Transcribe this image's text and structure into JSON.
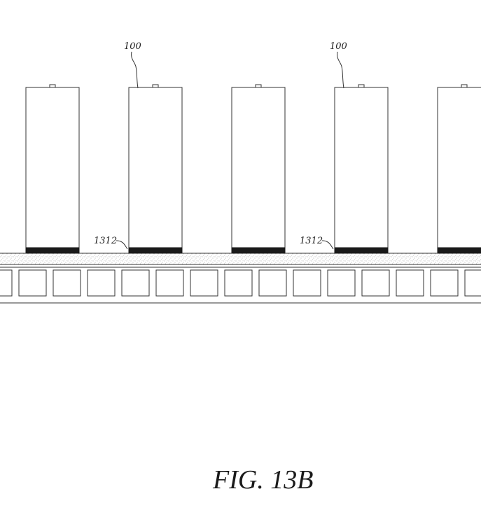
{
  "figure": {
    "caption": "FIG. 13B",
    "reference_labels": [
      {
        "id": "battery-ref-1",
        "text": "100"
      },
      {
        "id": "battery-ref-2",
        "text": "100"
      },
      {
        "id": "pad-ref-1",
        "text": "1312"
      },
      {
        "id": "pad-ref-2",
        "text": "1312"
      }
    ],
    "battery_count": 5,
    "cell_count": 15,
    "colors": {
      "line": "#333333",
      "pad": "#1a1a1a",
      "stipple": "#9a9a9a",
      "background": "#ffffff"
    }
  }
}
